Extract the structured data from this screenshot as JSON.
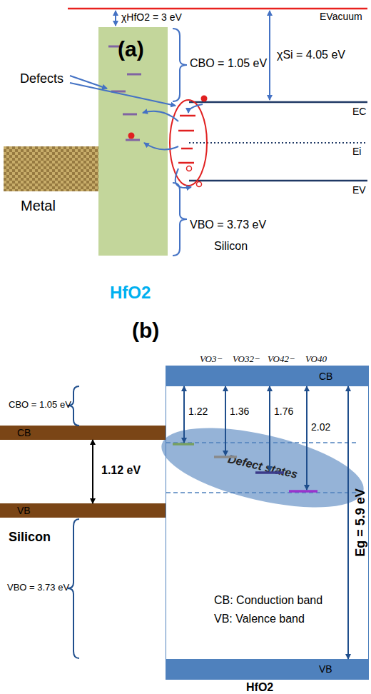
{
  "diagram": {
    "nodes": [
      {
        "text": [
          "HfO2"
        ]
      },
      {
        "text": [
          "Metal"
        ]
      },
      {
        "text": [
          "HfO2",
          "CB: Conduction band",
          "VB: Valence band"
        ]
      },
      {
        "text": [
          "CB"
        ],
        "in": 2
      },
      {
        "text": [
          "Defect states"
        ],
        "in": 2
      },
      {
        "text": [
          "VB"
        ],
        "in": 2
      },
      {
        "text": [
          "CB"
        ]
      },
      {
        "text": [
          "VB"
        ]
      }
    ],
    "edges": [
      {
        "from": 3,
        "to": 4,
        "label": "1.22",
        "arrow": "both"
      },
      {
        "from": 3,
        "to": 4,
        "label": "1.36",
        "arrow": "both"
      },
      {
        "from": 3,
        "to": 4,
        "label": "1.76",
        "arrow": "both"
      },
      {
        "from": 3,
        "to": 4,
        "label": "2.02",
        "arrow": "both"
      },
      {
        "from": 6,
        "to": 7,
        "label": "1.12 eV",
        "arrow": "both"
      },
      {
        "from": 3,
        "to": 5,
        "label": "Eg = 5.9 eV",
        "arrow": "both"
      }
    ],
    "labels": [
      "(a)",
      "EVacuum",
      "χHfO2 = 3 eV",
      "χSi = 4.05 eV",
      "CBO = 1.05 eV",
      "Defects",
      "EC",
      "Ei",
      "EV",
      "VBO = 3.73 eV",
      "Silicon",
      "(b)",
      "VO3−",
      "VO32−",
      "VO42−",
      "VO40",
      "CBO = 1.05 eV",
      "Silicon",
      "VBO = 3.73 eV"
    ]
  }
}
